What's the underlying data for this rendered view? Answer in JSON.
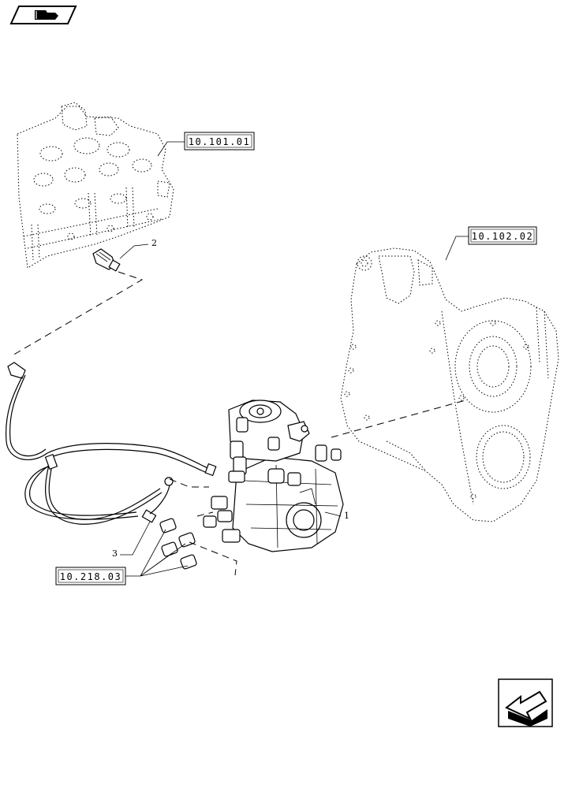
{
  "references": {
    "cylinder_head": "10.101.01",
    "timing_case": "10.102.02",
    "pump_pipes": "10.218.03"
  },
  "callouts": {
    "item_1": "1",
    "item_2": "2",
    "item_3": "3"
  },
  "icons": {
    "top_left": "book-page-icon",
    "bottom_right": "next-page-arrow-icon"
  }
}
